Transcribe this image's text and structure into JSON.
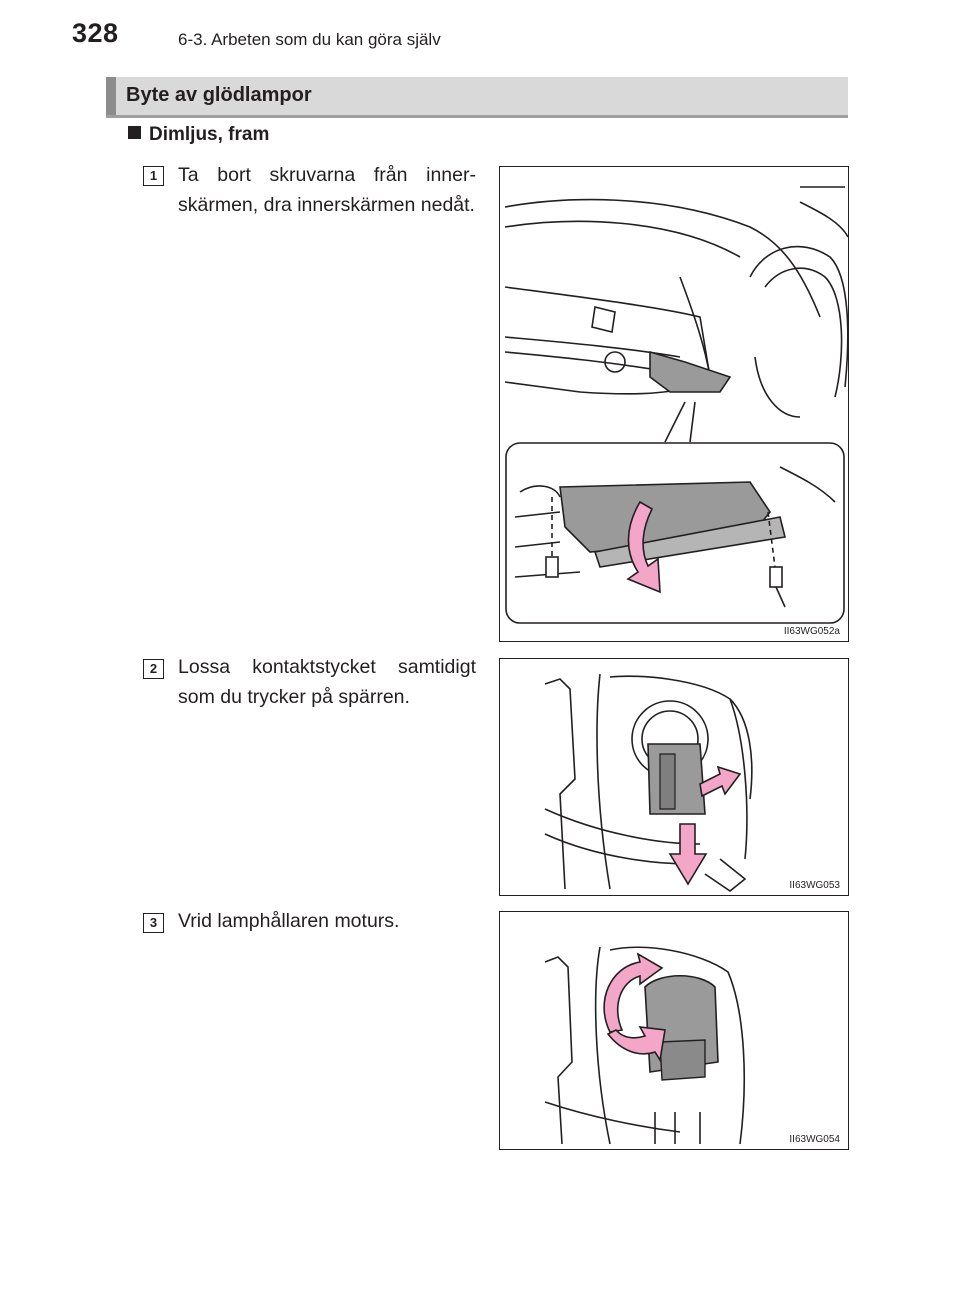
{
  "header": {
    "page_number": "328",
    "chapter": "6-3. Arbeten som du kan göra själv"
  },
  "section": {
    "title": "Byte av glödlampor"
  },
  "subsection": {
    "title": "Dimljus, fram"
  },
  "steps": [
    {
      "number": "1",
      "text": "Ta bort skruvarna från inner-skärmen, dra innerskärmen nedåt.",
      "figure_code": "II63WG052a"
    },
    {
      "number": "2",
      "text": "Lossa kontaktstycket samtidigt som du trycker på spärren.",
      "figure_code": "II63WG053"
    },
    {
      "number": "3",
      "text": "Vrid lamphållaren moturs.",
      "figure_code": "II63WG054"
    }
  ],
  "colors": {
    "arrow_pink": "#f4a6c8",
    "line_dark": "#231f20",
    "part_gray": "#9a9a9a",
    "bar_gray": "#d9d9d9"
  }
}
